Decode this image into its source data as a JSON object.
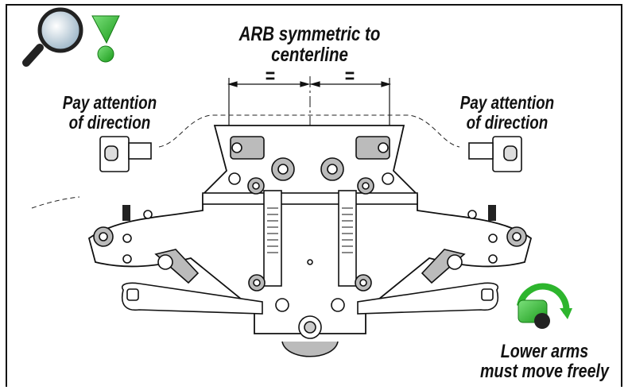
{
  "captions": {
    "arb_line1": "ARB symmetric to",
    "arb_line2": "centerline",
    "left_line1": "Pay attention",
    "left_line2": "of direction",
    "right_line1": "Pay attention",
    "right_line2": "of direction",
    "arms_line1": "Lower arms",
    "arms_line2": "must move freely"
  },
  "dimension_marks": {
    "left": "=",
    "right": "="
  },
  "icons": [
    "magnifier-icon",
    "attention-icon",
    "rotate-freely-icon"
  ],
  "colors": {
    "accent_green": "#2db52d",
    "line": "#111111",
    "grey_part": "#bbbbbb"
  }
}
